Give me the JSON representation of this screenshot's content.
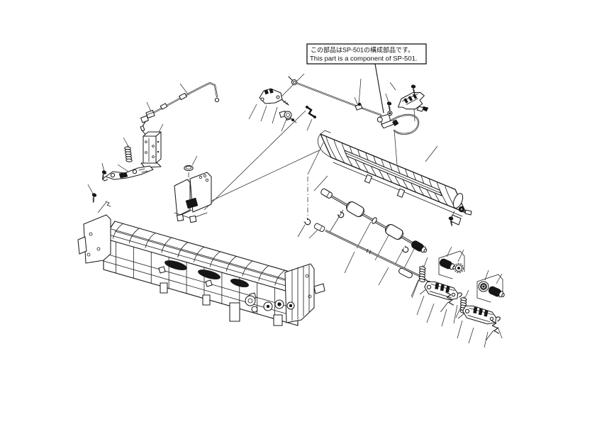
{
  "figure": {
    "type": "exploded-parts-diagram",
    "callout": {
      "line_ja": "この部品はSP-501の構成部品です。",
      "line_en": "This part is a component of SP-501."
    }
  },
  "colors": {
    "background": "#ffffff",
    "line": "#1c1c1c",
    "dark_fill": "#161616",
    "callout_border": "#000000"
  },
  "parts": [
    "harness-cable",
    "solenoid",
    "tension-spring",
    "lift-arm",
    "mounting-screw",
    "rubber-cap",
    "metal-bracket",
    "main-chassis-frame",
    "ribbed-paper-guide-cover",
    "paper-sensor",
    "sensor-holder-bracket",
    "sensor-wire",
    "ground-ring-terminal",
    "feed-roller-shaft",
    "foam-pickup-roller",
    "lower-roller-shaft",
    "e-ring-clip",
    "bushing",
    "coil-spring",
    "pickup-latch-assembly",
    "drive-gear",
    "black-roller",
    "torsion-wire-spring"
  ]
}
